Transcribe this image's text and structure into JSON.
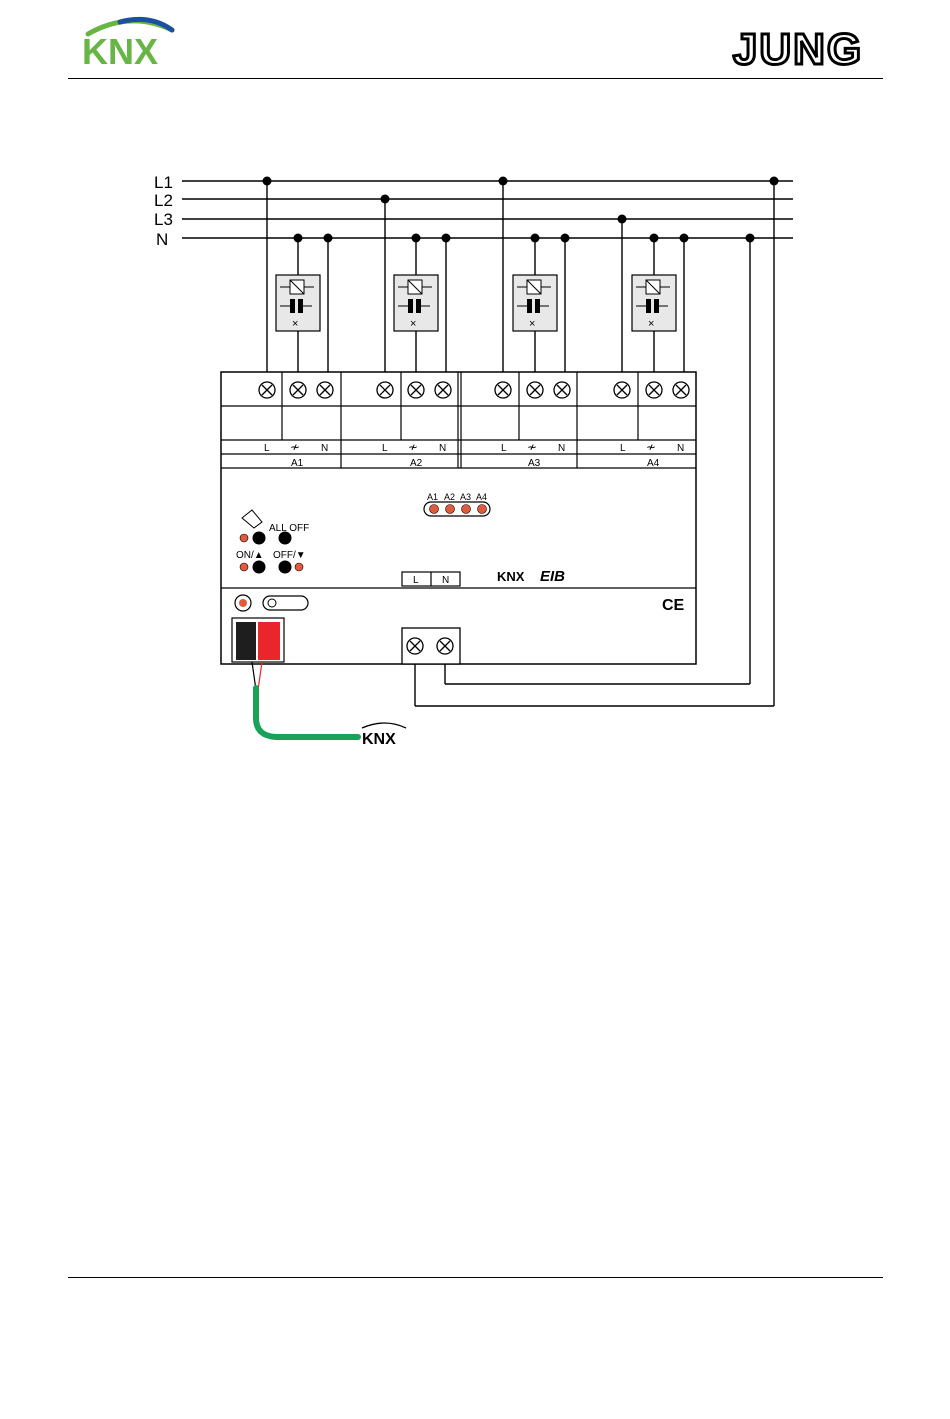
{
  "header": {
    "left_logo_text": "KNX",
    "right_logo_text": "JUNG"
  },
  "diagram": {
    "line_labels": [
      "L1",
      "L2",
      "L3",
      "N"
    ],
    "channels": [
      {
        "name": "A1",
        "terminal_L": "L",
        "terminal_N": "N"
      },
      {
        "name": "A2",
        "terminal_L": "L",
        "terminal_N": "N"
      },
      {
        "name": "A3",
        "terminal_L": "L",
        "terminal_N": "N"
      },
      {
        "name": "A4",
        "terminal_L": "L",
        "terminal_N": "N"
      }
    ],
    "status_leds": [
      "A1",
      "A2",
      "A3",
      "A4"
    ],
    "buttons": {
      "all_off": "ALL OFF",
      "on": "ON/▲",
      "off": "OFF/▼"
    },
    "supply_terminals": {
      "l": "L",
      "n": "N"
    },
    "bus_logo": "KNX",
    "eib_logo": "EIB",
    "ce_mark": "CE",
    "bus_label": "KNX",
    "colors": {
      "bus_cable": "#1aa259",
      "led": "#e25a3e",
      "bus_red": "#e8262b",
      "bus_black": "#1e1e1e",
      "knx_green": "#66b545",
      "knx_blue": "#1b4fa0"
    }
  }
}
